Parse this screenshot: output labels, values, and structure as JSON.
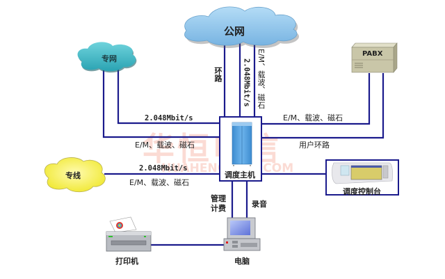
{
  "diagram": {
    "title": "调度主机系统连接示意图",
    "nodes": {
      "public_network": "公网",
      "private_network": "专网",
      "dedicated_line": "专线",
      "pabx": "PABX",
      "dispatch_host": "调度主机",
      "dispatch_console": "调度控制台",
      "printer": "打印机",
      "computer": "电脑"
    },
    "links": {
      "public_loop": "环路",
      "public_e1": "2.048Mbit/s",
      "public_em": "E/M、载波、磁石",
      "private_e1": "2.048Mbit/s",
      "private_em": "E/M、载波、磁石",
      "pabx_em": "E/M、载波、磁石",
      "pabx_user_loop": "用户环路",
      "line_e1": "2.048Mbit/s",
      "line_em": "E/M、载波、磁石",
      "pc_mgmt_1": "管理",
      "pc_mgmt_2": "计费",
      "pc_record": "录音"
    },
    "watermark": {
      "cn": "华恒电信",
      "en": "HUAHENG TELECOM"
    },
    "colors": {
      "line": "#1a1a8c",
      "public_cloud": "#8fc4ea",
      "private_cloud": "#3fb7c4",
      "line_cloud": "#f6f04a",
      "pabx_body": "#c9c6a8",
      "cabinet": "#4a9ad8"
    }
  }
}
